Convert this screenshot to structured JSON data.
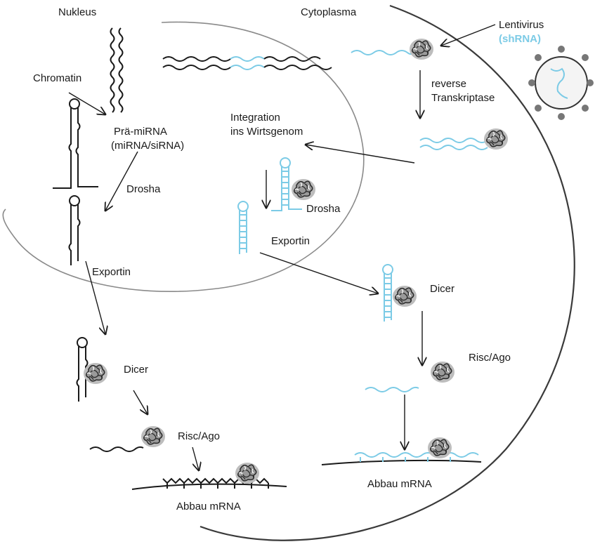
{
  "labels": {
    "nucleus": "Nukleus",
    "cytoplasm": "Cytoplasma",
    "chromatin": "Chromatin",
    "pre_mirna_line1": "Prä-miRNA",
    "pre_mirna_line2": "(miRNA/siRNA)",
    "drosha_left": "Drosha",
    "exportin_left": "Exportin",
    "dicer_left": "Dicer",
    "risc_left": "Risc/Ago",
    "abbau_left": "Abbau mRNA",
    "lentivirus": "Lentivirus",
    "shrna": "(shRNA)",
    "reverse_line1": "reverse",
    "reverse_line2": "Transkriptase",
    "integration_line1": "Integration",
    "integration_line2": "ins Wirtsgenom",
    "drosha_right": "Drosha",
    "exportin_right": "Exportin",
    "dicer_right": "Dicer",
    "risc_right": "Risc/Ago",
    "abbau_right": "Abbau mRNA"
  },
  "colors": {
    "ink": "#1a1a1a",
    "membrane": "#8a8a8a",
    "shrna_blue": "#7ccbe6",
    "protein_fill": "#b8b8b8",
    "virus_spike": "#777777"
  }
}
